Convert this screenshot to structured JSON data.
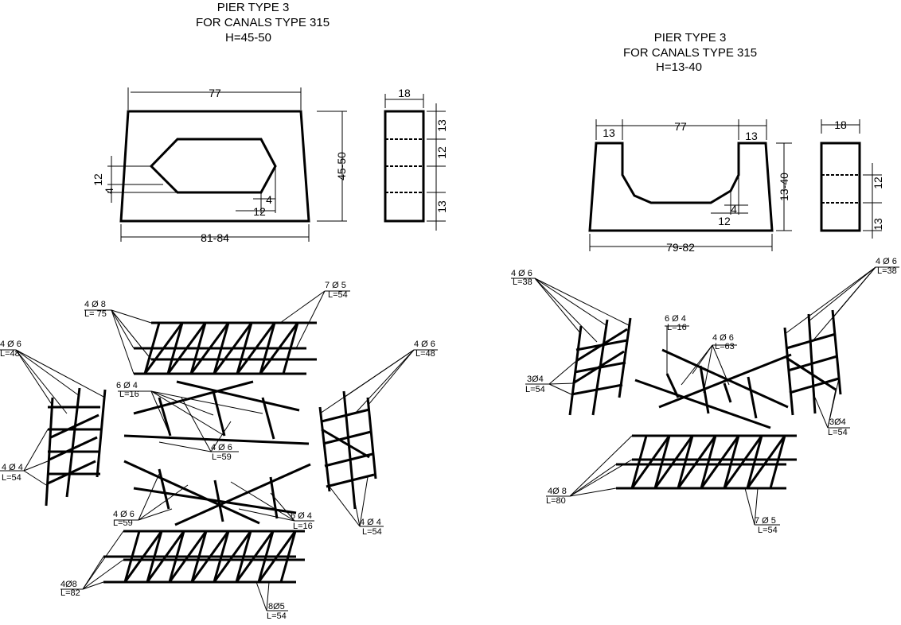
{
  "left": {
    "title": [
      "PIER TYPE 3",
      "FOR CANALS TYPE 315",
      "H=45-50"
    ],
    "dims": {
      "top": "77",
      "bottom": "81-84",
      "height": "45-50",
      "left_a": "12",
      "left_b": "4",
      "cham_v": "4",
      "cham_h": "12",
      "side_w": "18",
      "side_a": "13",
      "side_b": "12",
      "side_c": "13"
    },
    "labels": {
      "l1a": "4 Ø 8",
      "l1b": "L= 75",
      "l2a": "7 Ø 5",
      "l2b": "L=54",
      "l3a": "4 Ø 6",
      "l3b": "L=48",
      "l4a": "6 Ø 4",
      "l4b": "L=16",
      "l5a": "4 Ø 6",
      "l5b": "L=48",
      "l6a": "4 Ø 4",
      "l6b": "L=54",
      "l7a": "4 Ø 6",
      "l7b": "L=59",
      "l8a": "4 Ø 6",
      "l8b": "L=59",
      "l9a": "6 Ø 4",
      "l9b": "L=16",
      "l10a": "4 Ø 4",
      "l10b": "L=54",
      "l11a": "4Ø8",
      "l11b": "L=82",
      "l12a": "8Ø5",
      "l12b": "L=54"
    }
  },
  "right": {
    "title": [
      "PIER TYPE 3",
      "FOR CANALS TYPE 315",
      "H=13-40"
    ],
    "dims": {
      "top": "77",
      "top_l": "13",
      "top_r": "13",
      "bottom": "79-82",
      "height": "13-40",
      "cham_v": "4",
      "cham_h": "12",
      "side_w": "18",
      "side_a": "12",
      "side_b": "13"
    },
    "labels": {
      "r1a": "4 Ø 6",
      "r1b": "L=38",
      "r2a": "4 Ø 6",
      "r2b": "L=38",
      "r3a": "6 Ø 4",
      "r3b": "L=16",
      "r4a": "4 Ø 6",
      "r4b": "L=63",
      "r5a": "3Ø4",
      "r5b": "L=54",
      "r6a": "3Ø4",
      "r6b": "L=54",
      "r7a": "4Ø 8",
      "r7b": "L=80",
      "r8a": "7 Ø 5",
      "r8b": "L=54"
    }
  }
}
